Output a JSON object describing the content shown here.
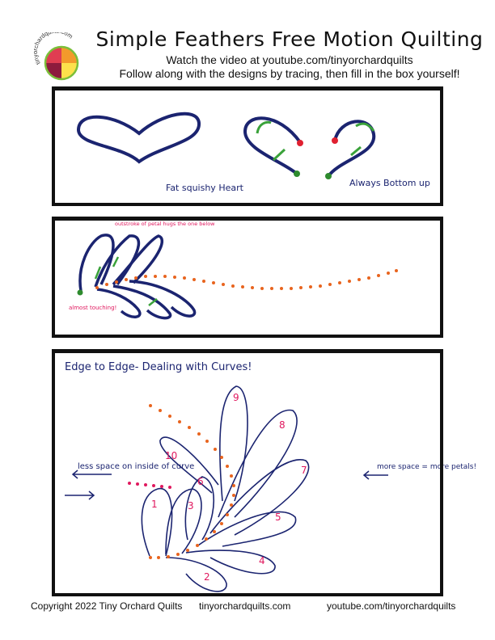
{
  "logo": {
    "text": "tinyorchardquilts.com",
    "icon": "quilt-circle-logo"
  },
  "header": {
    "title": "Simple Feathers Free Motion Quilting",
    "line1": "Watch the video at youtube.com/tinyorchardquilts",
    "line2": "Follow along with the designs by tracing, then fill in the box yourself!"
  },
  "panel1": {
    "label_heart": "Fat squishy Heart",
    "label_up": "Always Bottom up"
  },
  "panel2": {
    "note_top": "outstroke of petal hugs the one below",
    "note_bottom": "almost touching!"
  },
  "panel3": {
    "title": "Edge to Edge- Dealing with Curves!",
    "left_note": "less space on inside of curve",
    "right_note": "more space = more petals!",
    "petal_numbers": [
      "1",
      "2",
      "3",
      "4",
      "5",
      "6",
      "7",
      "8",
      "9",
      "10"
    ]
  },
  "footer": {
    "copyright": "Copyright 2022 Tiny Orchard Quilts",
    "site": "tinyorchardquilts.com",
    "youtube": "youtube.com/tinyorchardquilts"
  },
  "colors": {
    "ink": "#1b2470",
    "dot": "#e8641e",
    "marker": "#e0185e",
    "arrow": "#3aa23a",
    "start": "#2e8b2e",
    "stop": "#e02030"
  }
}
